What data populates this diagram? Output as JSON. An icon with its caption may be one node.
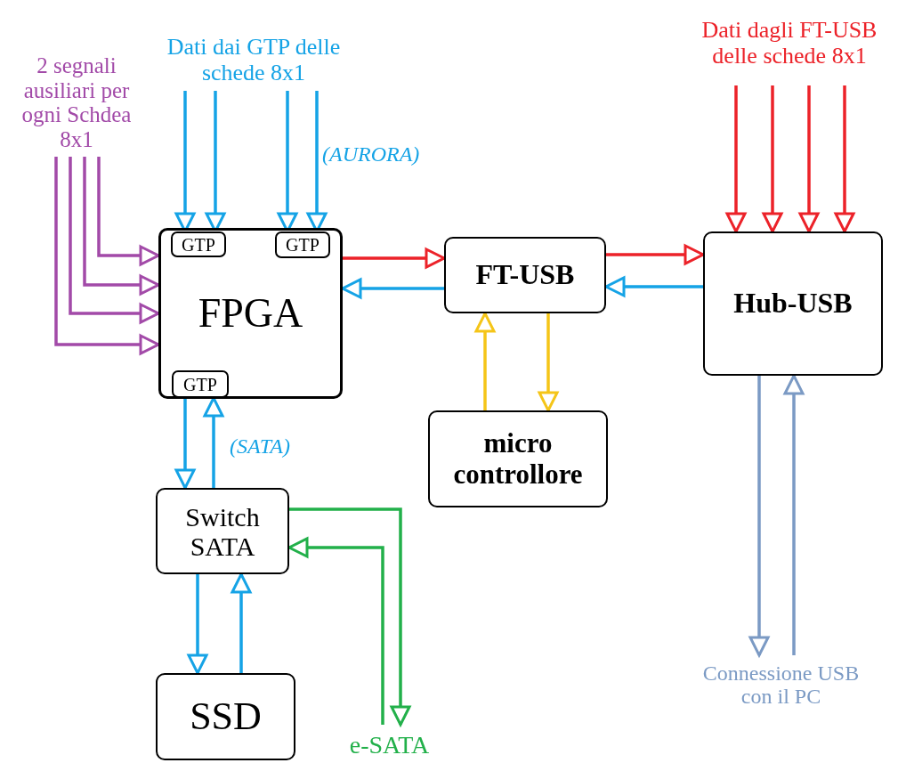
{
  "diagram": {
    "nodes": [
      {
        "text": [
          "2 segnali ausiliari per ogni Schdea 8x1"
        ]
      },
      {
        "text": [
          "Dati dai GTP delle schede 8x1"
        ]
      },
      {
        "text": [
          "Dati dagli FT-USB delle schede 8x1"
        ]
      },
      {
        "text": [
          "FPGA"
        ]
      },
      {
        "text": [
          "GTP"
        ],
        "in": 3
      },
      {
        "text": [
          "GTP"
        ],
        "in": 3
      },
      {
        "text": [
          "GTP"
        ],
        "in": 3
      },
      {
        "text": [
          "FT-USB"
        ]
      },
      {
        "text": [
          "Hub-USB"
        ]
      },
      {
        "text": [
          "micro controllore"
        ]
      },
      {
        "text": [
          "Switch SATA"
        ]
      },
      {
        "text": [
          "SSD"
        ]
      },
      {
        "text": [
          "e-SATA"
        ]
      },
      {
        "text": [
          "Connessione USB con il PC"
        ]
      }
    ],
    "edges": [
      {
        "from": 0,
        "to": 3,
        "arrow": "to",
        "color": "#a24aa8"
      },
      {
        "from": 0,
        "to": 3,
        "arrow": "to",
        "color": "#a24aa8"
      },
      {
        "from": 0,
        "to": 3,
        "arrow": "to",
        "color": "#a24aa8"
      },
      {
        "from": 0,
        "to": 3,
        "arrow": "to",
        "color": "#a24aa8"
      },
      {
        "from": 1,
        "to": 4,
        "arrow": "to"
      },
      {
        "from": 1,
        "to": 4,
        "arrow": "to"
      },
      {
        "from": 1,
        "to": 5,
        "arrow": "to"
      },
      {
        "from": 1,
        "to": 5,
        "arrow": "to"
      },
      {
        "from": 2,
        "to": 8,
        "arrow": "to",
        "color": "#ec2229"
      },
      {
        "from": 2,
        "to": 8,
        "arrow": "to",
        "color": "#ec2229"
      },
      {
        "from": 2,
        "to": 8,
        "arrow": "to",
        "color": "#ec2229"
      },
      {
        "from": 2,
        "to": 8,
        "arrow": "to",
        "color": "#ec2229"
      },
      {
        "from": 3,
        "to": 7,
        "arrow": "to",
        "color": "#ec2229"
      },
      {
        "from": 7,
        "to": 3,
        "arrow": "to"
      },
      {
        "from": 7,
        "to": 8,
        "arrow": "to",
        "color": "#ec2229"
      },
      {
        "from": 8,
        "to": 7,
        "arrow": "to"
      },
      {
        "from": 9,
        "to": 7,
        "arrow": "to",
        "color": "#f5c518"
      },
      {
        "from": 7,
        "to": 9,
        "arrow": "to",
        "color": "#f5c518"
      },
      {
        "from": 6,
        "to": 10,
        "arrow": "to"
      },
      {
        "from": 10,
        "to": 6,
        "arrow": "to"
      },
      {
        "from": 10,
        "to": 11,
        "arrow": "to"
      },
      {
        "from": 11,
        "to": 10,
        "arrow": "to"
      },
      {
        "from": 10,
        "to": 12,
        "arrow": "to",
        "color": "#22b04a"
      },
      {
        "from": 12,
        "to": 10,
        "arrow": "to",
        "color": "#22b04a"
      },
      {
        "from": 8,
        "to": 13,
        "arrow": "to",
        "color": "#7b9ac4"
      },
      {
        "from": 13,
        "to": 8,
        "arrow": "to",
        "color": "#7b9ac4"
      }
    ],
    "labels": [
      "(AURORA)",
      "(SATA)"
    ]
  }
}
